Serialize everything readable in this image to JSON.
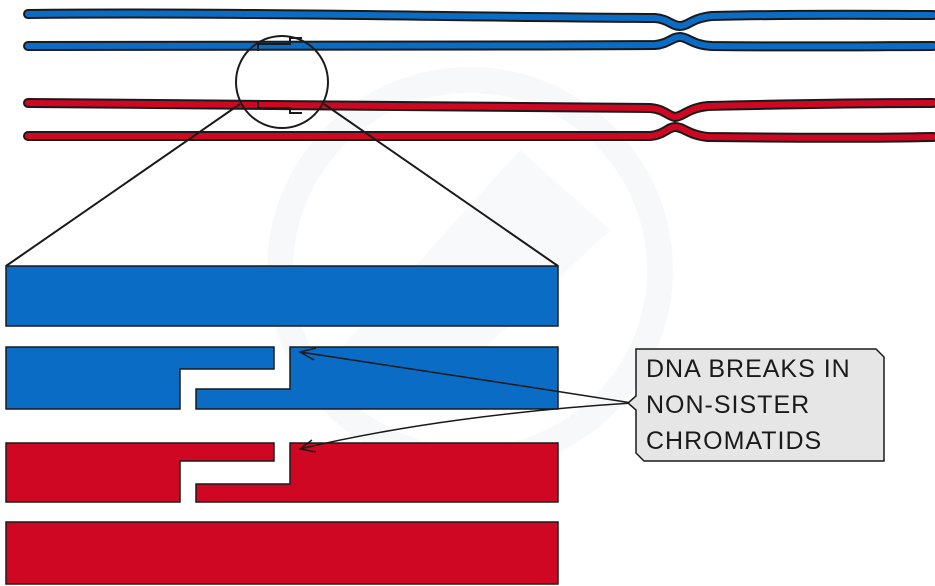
{
  "callout": {
    "lines": [
      "DNA BREAKS IN",
      "NON-SISTER",
      "CHROMATIDS"
    ]
  },
  "colors": {
    "blue": "#0a6cc4",
    "red": "#cf0722",
    "outline": "#1a1a1a",
    "callout_fill": "#e6e6e6",
    "watermark": "#f2f4f7"
  },
  "icons": {
    "magnifier": "magnifier-circle-icon",
    "watermark": "watermark-logo-icon"
  }
}
